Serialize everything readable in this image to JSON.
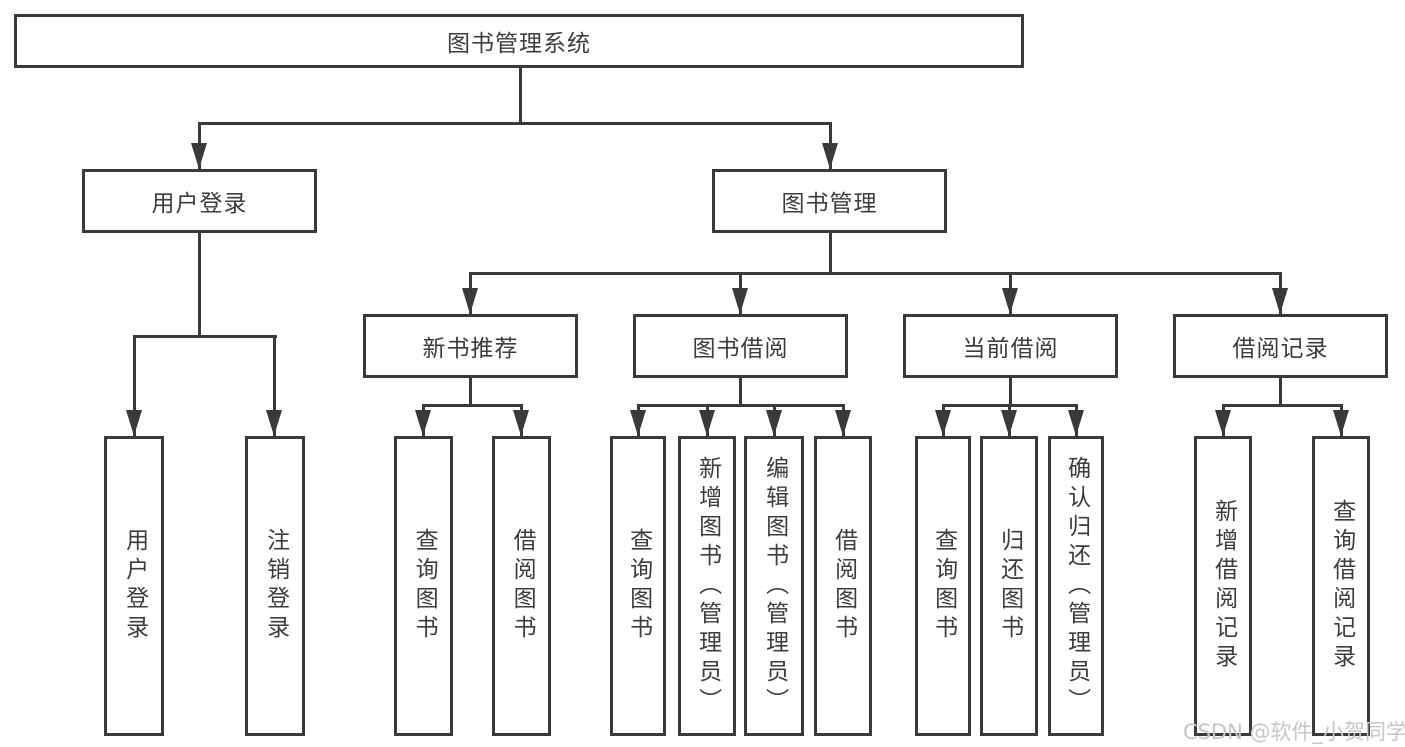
{
  "diagram": {
    "root": {
      "label": "图书管理系统"
    },
    "level2": [
      {
        "label": "用户登录"
      },
      {
        "label": "图书管理"
      }
    ],
    "level3": [
      {
        "label": "新书推荐"
      },
      {
        "label": "图书借阅"
      },
      {
        "label": "当前借阅"
      },
      {
        "label": "借阅记录"
      }
    ],
    "leaves": [
      {
        "label": "用户登录"
      },
      {
        "label": "注销登录"
      },
      {
        "label": "查询图书"
      },
      {
        "label": "借阅图书"
      },
      {
        "label": "查询图书"
      },
      {
        "label": "新增图书（管理员）"
      },
      {
        "label": "编辑图书（管理员）"
      },
      {
        "label": "借阅图书"
      },
      {
        "label": "查询图书"
      },
      {
        "label": "归还图书"
      },
      {
        "label": "确认归还（管理员）"
      },
      {
        "label": "新增借阅记录"
      },
      {
        "label": "查询借阅记录"
      }
    ]
  },
  "watermark": {
    "text": "CSDN @软件_小贺同学"
  },
  "colors": {
    "line": "#3a3a3a",
    "text": "#3d3d3d",
    "box_background": "#ffffff",
    "page_background": "#ffffff",
    "watermark": "#c3c7cb"
  }
}
